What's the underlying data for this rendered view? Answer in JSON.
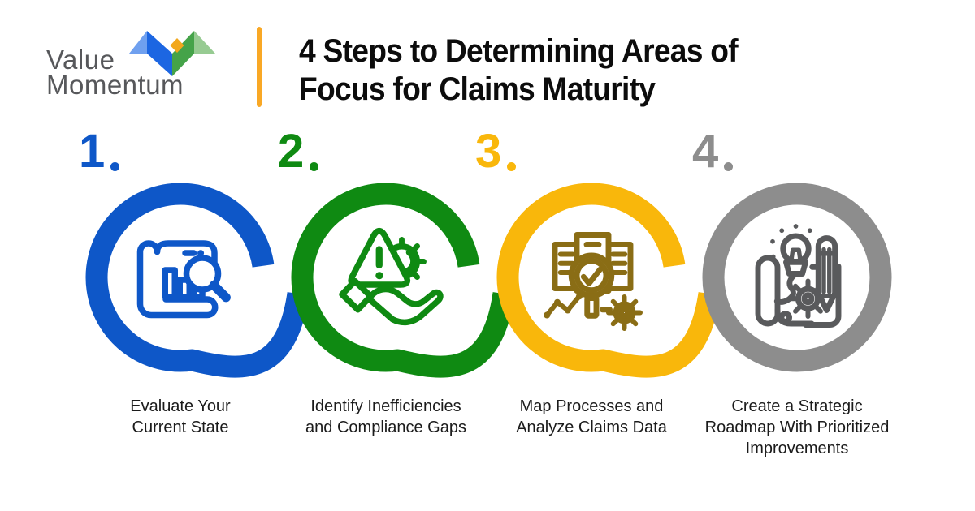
{
  "header": {
    "logo": {
      "line1": "Value",
      "line2": "Momentum",
      "text_color": "#57585B",
      "mark_colors": {
        "light_blue": "#6FA0EF",
        "royal_blue": "#1C66E2",
        "green": "#45A349",
        "light_green": "#97CB92",
        "gold": "#F2A81D"
      }
    },
    "divider_color": "#F9A825",
    "title_line1": "4 Steps to Determining Areas of",
    "title_line2": "Focus for Claims Maturity",
    "title_color": "#0C0C0C"
  },
  "steps": [
    {
      "numeral": "1",
      "number_label": "1.",
      "number_color": "#0E57C8",
      "ring_color": "#0E57C8",
      "icon": "scroll-bar-chart-magnifier-icon",
      "icon_color": "#0E57C8",
      "label_lines": [
        "Evaluate Your",
        "Current State"
      ]
    },
    {
      "numeral": "2",
      "number_label": "2.",
      "number_color": "#0F8A12",
      "ring_color": "#0F8A12",
      "icon": "warning-gear-hand-icon",
      "icon_color": "#0F8A12",
      "label_lines": [
        "Identify Inefficiencies",
        "and Compliance Gaps"
      ]
    },
    {
      "numeral": "3",
      "number_label": "3.",
      "number_color": "#F9B70B",
      "ring_color": "#F9B70B",
      "icon": "documents-magnifier-check-icon",
      "icon_color": "#8A6D15",
      "label_lines": [
        "Map Processes and",
        "Analyze Claims Data"
      ]
    },
    {
      "numeral": "4",
      "number_label": "4.",
      "number_color": "#8D8D8D",
      "ring_color": "#8D8D8D",
      "icon": "roadmap-blueprint-icon",
      "icon_color": "#595A5C",
      "label_lines": [
        "Create a Strategic",
        "Roadmap With Prioritized",
        "Improvements"
      ]
    }
  ],
  "label_color": "#1B1B1B"
}
